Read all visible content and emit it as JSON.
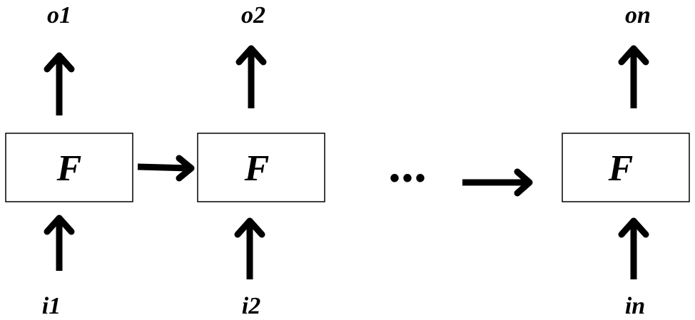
{
  "cells": [
    {
      "function": "F",
      "output": "o1",
      "input": "i1"
    },
    {
      "function": "F",
      "output": "o2",
      "input": "i2"
    },
    {
      "function": "F",
      "output": "on",
      "input": "in"
    }
  ],
  "ellipsis": "•••"
}
